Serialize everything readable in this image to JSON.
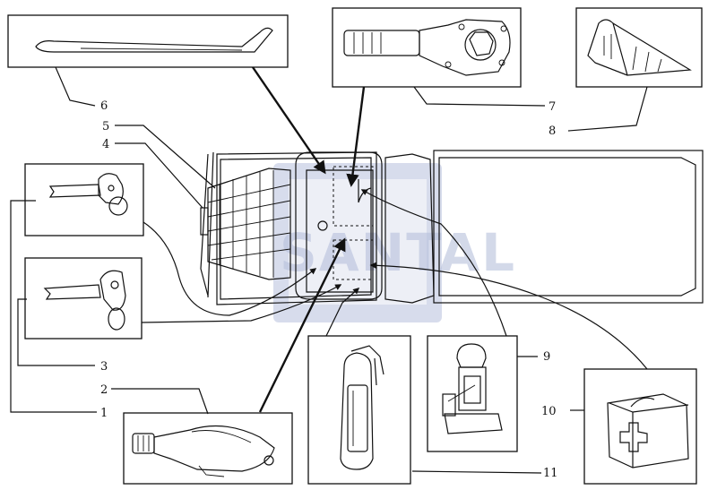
{
  "watermark": {
    "text": "SANTAL",
    "color": "#b7c0dc"
  },
  "callouts": {
    "c1": "1",
    "c2": "2",
    "c3": "3",
    "c4": "4",
    "c5": "5",
    "c6": "6",
    "c7": "7",
    "c8": "8",
    "c9": "9",
    "c10": "10",
    "c11": "11"
  },
  "items": [
    {
      "callout": "6",
      "icon": "wheel-brace-icon"
    },
    {
      "callout": "7",
      "icon": "box-wrench-icon"
    },
    {
      "callout": "8",
      "icon": "wheel-chock-icon"
    },
    {
      "callout": "1",
      "icon": "ignition-key-icon"
    },
    {
      "callout": "3",
      "icon": "cab-key-icon"
    },
    {
      "callout": "2",
      "icon": "inflation-pump-icon"
    },
    {
      "callout": "11",
      "icon": "fire-extinguisher-icon"
    },
    {
      "callout": "9",
      "icon": "hydraulic-jack-icon"
    },
    {
      "callout": "10",
      "icon": "first-aid-kit-icon"
    }
  ]
}
